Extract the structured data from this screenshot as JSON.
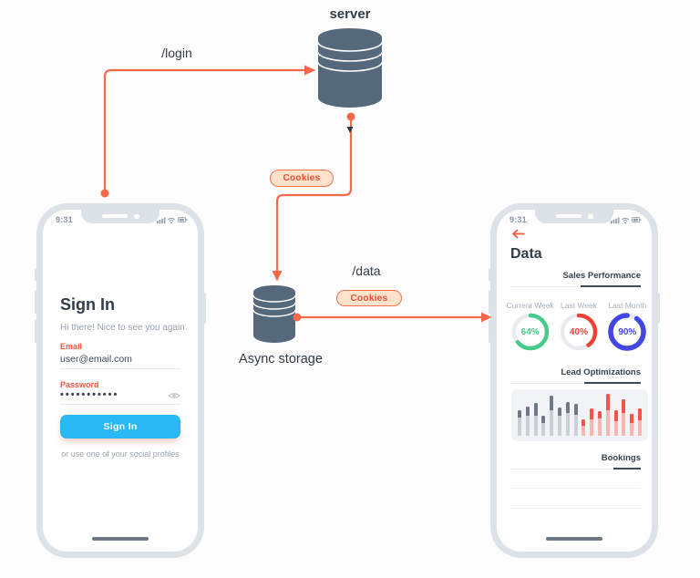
{
  "diagram": {
    "accent_color": "#f8694a",
    "cylinder_color": "#56697c",
    "server": {
      "label": "server"
    },
    "async": {
      "label": "Async storage"
    },
    "edges": {
      "login_label": "/login",
      "data_label": "/data",
      "cookies_top": "Cookies",
      "cookies_mid": "Cookies"
    }
  },
  "left_phone": {
    "status_time": "9:31",
    "title": "Sign In",
    "subtitle": "Hi there! Nice to see you again.",
    "email_label": "Email",
    "email_value": "user@email.com",
    "password_label": "Password",
    "password_value": "•••••••••••",
    "signin_label": "Sign In",
    "social_text": "or use one of your social profiles",
    "button_color": "#29b8f3",
    "accent_color": "#f4563d"
  },
  "right_phone": {
    "status_time": "9:31",
    "title": "Data",
    "sections": {
      "sales": "Sales Performance",
      "leads": "Lead Optimizations",
      "bookings": "Bookings"
    },
    "chart_data": [
      {
        "type": "donut",
        "title": "Sales Performance",
        "track_color": "#e9ebf0",
        "items": [
          {
            "label": "Current Week",
            "value": 64,
            "display": "64%",
            "color": "#45cb8b",
            "stroke_width": 4.5
          },
          {
            "label": "Last Week",
            "value": 40,
            "display": "40%",
            "color": "#ee4237",
            "stroke_width": 4.5
          },
          {
            "label": "Last Month",
            "value": 90,
            "display": "90%",
            "color": "#4347e2",
            "stroke_width": 5.5
          }
        ]
      },
      {
        "type": "bar",
        "title": "Lead Optimizations",
        "series": [
          {
            "name": "gray-group",
            "color_light": "#cbd0d7",
            "color_dark": "#6f7884",
            "totals": [
              28,
              32,
              36,
              22,
              44,
              31,
              37,
              35
            ],
            "dark_cap": [
              8,
              10,
              14,
              8,
              16,
              9,
              12,
              12
            ]
          },
          {
            "name": "red-group",
            "color_light": "#f9b5ae",
            "color_dark": "#f2544a",
            "totals": [
              18,
              30,
              27,
              46,
              28,
              40,
              24,
              30
            ],
            "dark_cap": [
              7,
              12,
              8,
              18,
              12,
              15,
              10,
              13
            ]
          }
        ]
      }
    ]
  }
}
